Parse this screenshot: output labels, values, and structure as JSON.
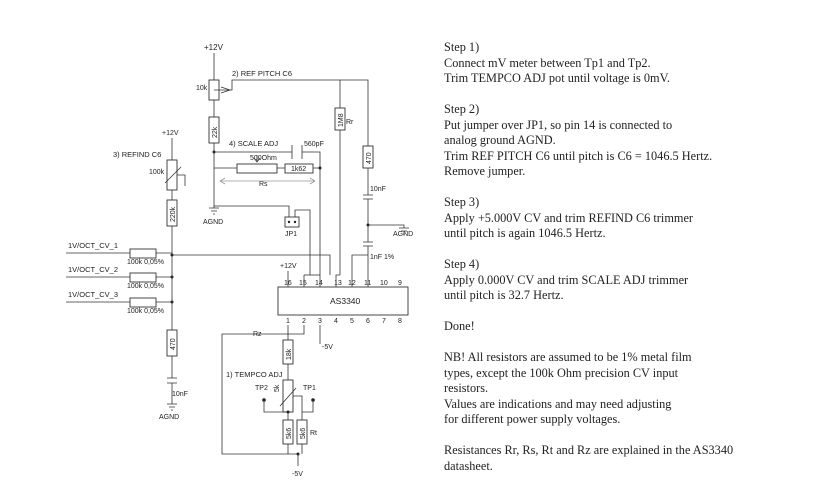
{
  "schematic": {
    "supplies": {
      "top": "+12V",
      "refind": "+12V",
      "chip": "+12V",
      "minus_chip": "-5V",
      "minus_bottom": "-5V"
    },
    "ground_labels": {
      "scale": "AGND",
      "right": "AGND",
      "cv": "AGND"
    },
    "ref_pitch": {
      "label": "2) REF PITCH C6",
      "pot_value": "10k",
      "series_resistor": "22k"
    },
    "scale_adj": {
      "label": "4) SCALE ADJ",
      "cap": "560pF",
      "pot_value": "500Ohm",
      "resistor": "1k62",
      "name": "Rs"
    },
    "refind": {
      "label": "3) REFIND C6",
      "pot_value": "100k",
      "series_resistor": "220k"
    },
    "rr": {
      "value": "1M8",
      "name": "Rr"
    },
    "right_chain": {
      "resistor": "470",
      "cap1": "10nF",
      "cap2": "1nF 1%"
    },
    "jumper": {
      "name": "JP1"
    },
    "cv_inputs": [
      {
        "label": "1V/OCT_CV_1",
        "value": "100k 0,05%"
      },
      {
        "label": "1V/OCT_CV_2",
        "value": "100k 0,05%"
      },
      {
        "label": "1V/OCT_CV_3",
        "value": "100k 0,05%"
      }
    ],
    "cv_chain": {
      "resistor": "470",
      "cap": "10nF"
    },
    "chip": {
      "name": "AS3340",
      "top_pins": [
        "16",
        "15",
        "14",
        "13",
        "12",
        "11",
        "10",
        "9"
      ],
      "bottom_pins": [
        "1",
        "2",
        "3",
        "4",
        "5",
        "6",
        "7",
        "8"
      ]
    },
    "tempco": {
      "label": "1) TEMPCO ADJ",
      "pot_value": "5k",
      "resistor": "18k",
      "tp1": "TP1",
      "tp2": "TP2",
      "rz": "Rz",
      "r1": "5k6",
      "r2": "5k6",
      "rt": "Rt"
    }
  },
  "instructions": [
    "Step 1)\nConnect mV meter between Tp1 and Tp2.\nTrim TEMPCO ADJ pot until voltage is 0mV.",
    "Step 2)\nPut jumper over JP1, so pin 14 is connected to\nanalog ground AGND.\nTrim REF PITCH C6 until pitch is C6 = 1046.5 Hertz.\nRemove jumper.",
    "Step 3)\nApply +5.000V CV and trim REFIND C6 trimmer\nuntil pitch is again 1046.5 Hertz.",
    "Step 4)\nApply 0.000V CV and trim SCALE ADJ trimmer\nuntil pitch is 32.7 Hertz.",
    "Done!",
    "NB! All resistors are assumed to be 1% metal film\ntypes, except the 100k Ohm precision CV input\nresistors.\nValues are indications and may need adjusting\nfor different power supply voltages.",
    "Resistances Rr, Rs, Rt and Rz are explained in the AS3340\ndatasheet."
  ]
}
